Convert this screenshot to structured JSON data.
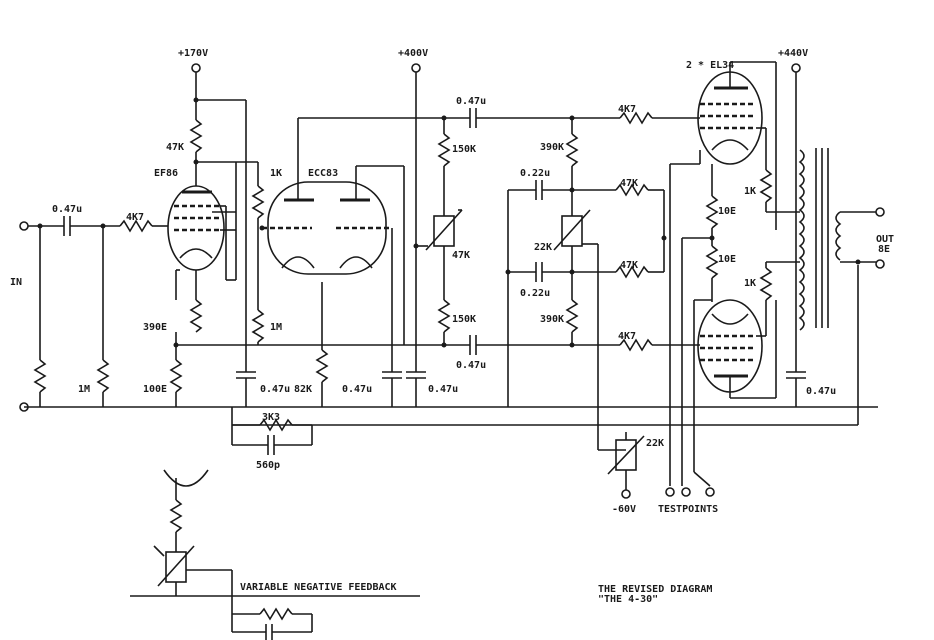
{
  "rails": {
    "v170": "+170V",
    "v400": "+400V",
    "v440": "+440V",
    "neg60": "-60V"
  },
  "tubes": {
    "pentode": "EF86",
    "double_triode": "ECC83",
    "output": "2 * EL34"
  },
  "labels": {
    "input": "IN",
    "output_line1": "OUT",
    "output_line2": "8E",
    "testpoints": "TESTPOINTS",
    "feedback_note": "VARIABLE NEGATIVE FEEDBACK",
    "diagram_title_line1": "THE REVISED DIAGRAM",
    "diagram_title_line2": "\"THE 4-30\""
  },
  "components": {
    "c_in": "0.47u",
    "r_grid_in": "4K7",
    "r_in_shunt": "1M",
    "r_ef86_anode": "47K",
    "r_ef86_cathode": "390E",
    "r_ef86_cathode2": "100E",
    "r_ecc83_1k": "1K",
    "r_ecc83_1m": "1M",
    "c_ef86_screen": "0.47u",
    "r_ecc83_tail": "82K",
    "c_ecc83_a": "0.47u",
    "c_ecc83_b": "0.47u",
    "c_couple_top": "0.47u",
    "c_couple_bot": "0.47u",
    "r_pi_anode_top": "150K",
    "r_pi_anode_bot": "150K",
    "pot_balance": "47K",
    "r_grid_top": "390K",
    "r_grid_bot": "390K",
    "c_grid_top": "0.22u",
    "c_grid_bot": "0.22u",
    "pot_bias": "22K",
    "r_47k_top": "47K",
    "r_47k_bot": "47K",
    "r_el34_grid_top": "4K7",
    "r_el34_grid_bot": "4K7",
    "r_cath_top": "10E",
    "r_cath_bot": "10E",
    "r_screen_top": "1K",
    "r_screen_bot": "1K",
    "c_out": "0.47u",
    "pot_neg": "22K",
    "r_fb": "3K3",
    "c_fb": "560p"
  }
}
